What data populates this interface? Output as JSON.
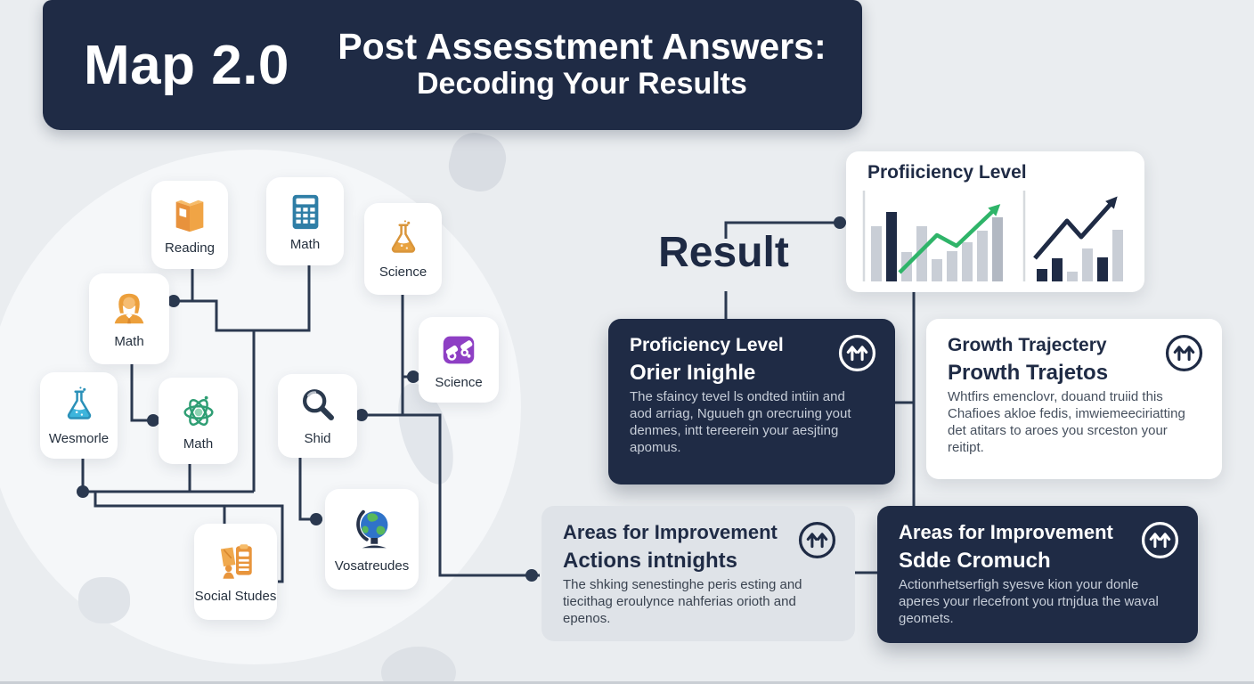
{
  "header": {
    "brand": "Map 2.0",
    "title_line1": "Post Assesstment Answers:",
    "title_line2": "Decoding Your Results"
  },
  "flow": {
    "nodes": [
      {
        "label": "Reading",
        "icon": "book-icon"
      },
      {
        "label": "Math",
        "icon": "calculator-icon"
      },
      {
        "label": "Science",
        "icon": "flask-orange-icon"
      },
      {
        "label": "Math",
        "icon": "person-icon"
      },
      {
        "label": "Wesmorle",
        "icon": "flask-blue-icon"
      },
      {
        "label": "Math",
        "icon": "atom-icon"
      },
      {
        "label": "Shid",
        "icon": "magnifier-icon"
      },
      {
        "label": "Science",
        "icon": "molecule-icon"
      },
      {
        "label": "Vosatreudes",
        "icon": "globe-icon"
      },
      {
        "label": "Social Studes",
        "icon": "clipboard-icon"
      }
    ]
  },
  "result_label": "Result",
  "chart_data": {
    "type": "bar",
    "title": "Profiiciency Level",
    "left_chart": {
      "bars": [
        {
          "v": 62,
          "c": "gray"
        },
        {
          "v": 78,
          "c": "navy"
        },
        {
          "v": 33,
          "c": "gray"
        },
        {
          "v": 62,
          "c": "gray"
        },
        {
          "v": 25,
          "c": "gray"
        },
        {
          "v": 34,
          "c": "gray"
        },
        {
          "v": 44,
          "c": "gray"
        },
        {
          "v": 57,
          "c": "gray"
        },
        {
          "v": 72,
          "c": "gray2"
        }
      ],
      "trend_points": [
        [
          60,
          98
        ],
        [
          102,
          56
        ],
        [
          124,
          68
        ],
        [
          166,
          28
        ]
      ],
      "trend_color": "green"
    },
    "right_chart": {
      "bars": [
        {
          "v": 14,
          "c": "navy"
        },
        {
          "v": 26,
          "c": "navy"
        },
        {
          "v": 11,
          "c": "gray"
        },
        {
          "v": 37,
          "c": "gray"
        },
        {
          "v": 27,
          "c": "navy"
        },
        {
          "v": 58,
          "c": "gray"
        }
      ],
      "trend_points": [
        [
          212,
          82
        ],
        [
          248,
          40
        ],
        [
          264,
          58
        ],
        [
          298,
          20
        ]
      ],
      "trend_color": "navy"
    }
  },
  "cards": {
    "proficiency": {
      "title": "Proficiency Level",
      "subtitle": "Orier Inighle",
      "body": "The sfaincy tevel ls ondted intiin and aod arriag, Nguueh gn orecruing yout denmes, intt tereerein your aesjting apomus."
    },
    "growth": {
      "title": "Growth Trajectery",
      "subtitle": "Prowth Trajetos",
      "body": "Whtfirs emenclovr, douand truiid this Chafioes akloe fedis, imwiemeeciriatting det atitars to aroes you srceston your reitipt."
    },
    "areas_insights": {
      "title": "Areas for Improvement",
      "subtitle": "Actions intnights",
      "body": "The shking senestinghe peris esting and tiecithag eroulynce nahferias orioth and epenos."
    },
    "areas_actions": {
      "title": "Areas for Improvement",
      "subtitle": "Sdde Cromuch",
      "body": "Actionrhetserfigh syesve kion your donle aperes your rlecefront you rtnjdua the waval geomets."
    }
  },
  "colors": {
    "navy": "#1f2b45",
    "green": "#2fb469",
    "bar_gray": "#c9ced6",
    "bar_gray_dark": "#b2b8c2",
    "card_gray": "#dfe3e8",
    "background": "#eaedf0"
  }
}
